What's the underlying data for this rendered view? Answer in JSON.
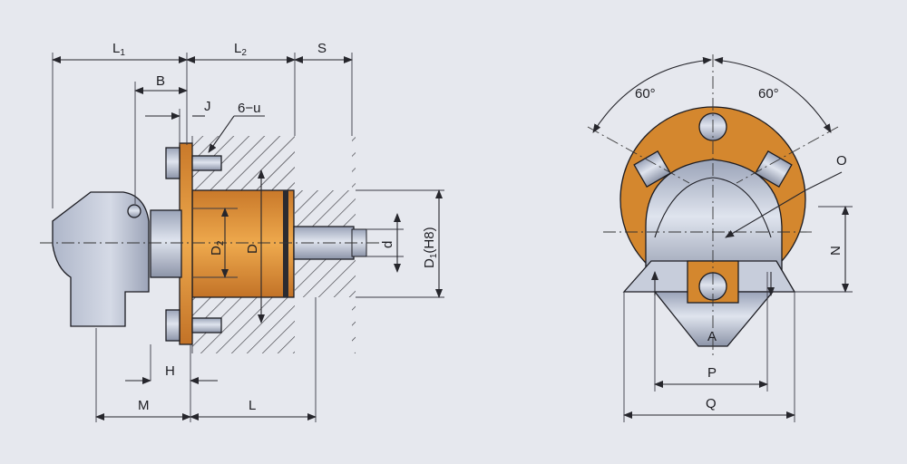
{
  "labels": {
    "L1": "L",
    "L1_sub": "1",
    "L2": "L",
    "L2_sub": "2",
    "S": "S",
    "B": "B",
    "J": "J",
    "u6": "6−u",
    "D2": "D",
    "D2_sub": "2",
    "D": "D",
    "d": "d",
    "D1": "D",
    "D1_sub": "1",
    "D1_suffix": "(H8)",
    "H": "H",
    "M": "M",
    "L": "L",
    "angle_left": "60°",
    "angle_right": "60°",
    "O": "O",
    "N": "N",
    "A": "A",
    "P": "P",
    "Q": "Q"
  },
  "colors": {
    "background": "#e6e8ee",
    "body_orange": "#d4872e",
    "flange_light": "#e8a94a",
    "steel": "#b7bfd2",
    "steel_dark": "#8c94a8",
    "line": "#1c1c22"
  }
}
